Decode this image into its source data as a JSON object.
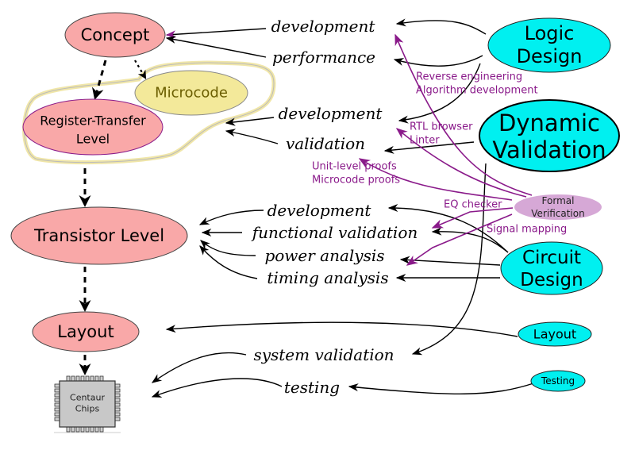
{
  "stages": {
    "concept": "Concept",
    "microcode": "Microcode",
    "rtl_line1": "Register-Transfer",
    "rtl_line2": "Level",
    "transistor": "Transistor Level",
    "layout": "Layout",
    "chips_line1": "Centaur",
    "chips_line2": "Chips"
  },
  "teams": {
    "logic_line1": "Logic",
    "logic_line2": "Design",
    "dv_line1": "Dynamic",
    "dv_line2": "Validation",
    "fv_line1": "Formal",
    "fv_line2": "Verification",
    "circuit_line1": "Circuit",
    "circuit_line2": "Design",
    "layout": "Layout",
    "testing": "Testing"
  },
  "tasks": {
    "concept_development": "development",
    "concept_performance": "performance",
    "rtl_development": "development",
    "rtl_validation": "validation",
    "tl_development": "development",
    "tl_functional_validation": "functional validation",
    "tl_power_analysis": "power analysis",
    "tl_timing_analysis": "timing analysis",
    "system_validation": "system validation",
    "testing": "testing"
  },
  "tools": {
    "reverse_engineering": "Reverse engineering",
    "algorithm_development": "Algorithm development",
    "rtl_browser": "RTL browser",
    "linter": "Linter",
    "unit_level_proofs": "Unit-level proofs",
    "microcode_proofs": "Microcode proofs",
    "eq_checker": "EQ checker",
    "signal_mapping": "Signal mapping"
  },
  "colors": {
    "stage_fill": "#f9a8a8",
    "microcode_fill": "#f3e99a",
    "team_fill": "#00f0f0",
    "formal_fill": "#d6a8d6",
    "tool_text": "#8a1a8a",
    "chip_fill": "#c8c8c8"
  }
}
